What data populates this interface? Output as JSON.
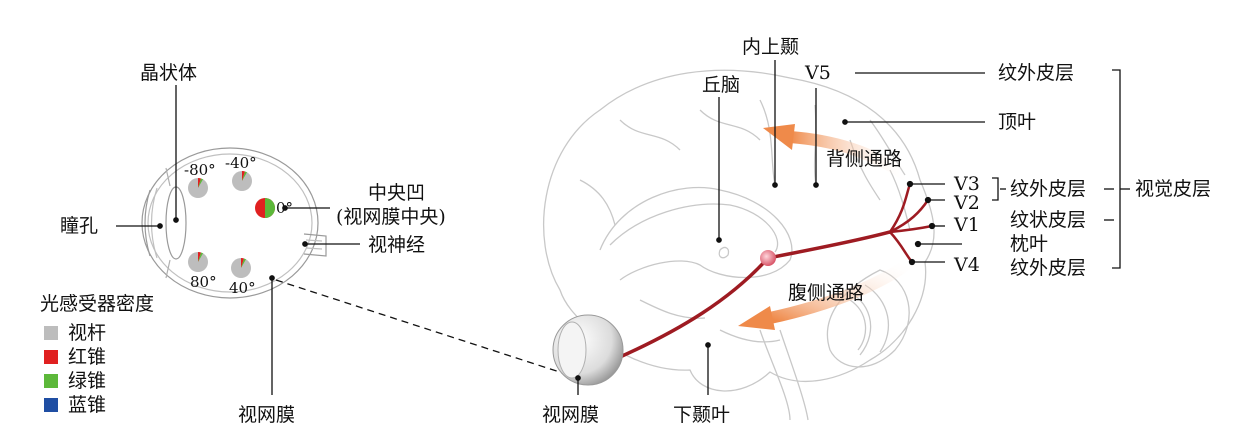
{
  "eye": {
    "lens": "晶状体",
    "pupil": "瞳孔",
    "fovea_line1": "中央凹",
    "fovea_line2": "(视网膜中央)",
    "optic_nerve": "视神经",
    "retina": "视网膜",
    "angles": [
      "-80°",
      "-40°",
      "0°",
      "80°",
      "40°"
    ]
  },
  "legend": {
    "title": "光感受器密度",
    "items": [
      {
        "label": "视杆",
        "color": "#bdbdbd"
      },
      {
        "label": "红锥",
        "color": "#e02020"
      },
      {
        "label": "绿锥",
        "color": "#5cb83a"
      },
      {
        "label": "蓝锥",
        "color": "#1f4ea3"
      }
    ]
  },
  "brain": {
    "thalamus": "丘脑",
    "mst": "内上颞",
    "v5": "V5",
    "dorsal_stream": "背侧通路",
    "ventral_stream": "腹侧通路",
    "retina": "视网膜",
    "inferior_temporal": "下颞叶",
    "v3": "V3",
    "v2": "V2",
    "v1": "V1",
    "v4": "V4"
  },
  "cortex": {
    "extrastriate_top": "纹外皮层",
    "parietal": "顶叶",
    "extrastriate_mid": "纹外皮层",
    "striate": "纹状皮层",
    "occipital": "枕叶",
    "extrastriate_bottom": "纹外皮层",
    "visual_cortex": "视觉皮层"
  },
  "colors": {
    "pathway": "#9e1b22",
    "arrow": "#f2a06a",
    "outline": "#c8c8c8"
  }
}
